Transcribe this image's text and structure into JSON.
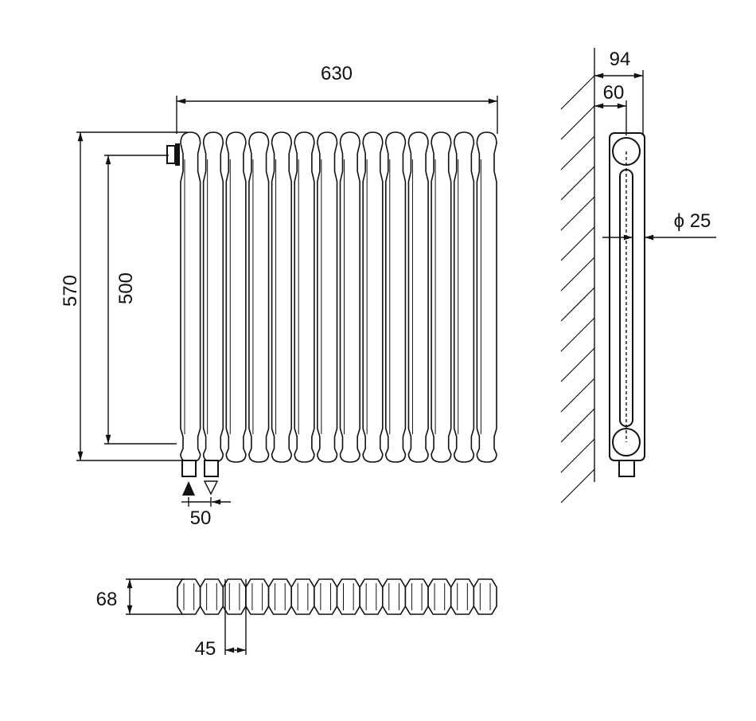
{
  "drawing": {
    "front_view": {
      "sections": 14,
      "width_label": "630",
      "height_label": "570",
      "axis_distance_label": "500",
      "connection_spacing_label": "50",
      "flow_in_icon": "filled-triangle-up",
      "flow_out_icon": "hollow-triangle-down"
    },
    "side_view": {
      "depth_label": "94",
      "wall_offset_label": "60",
      "pipe_diameter_label": "ϕ 25"
    },
    "top_view": {
      "depth_label": "68",
      "section_pitch_label": "45"
    },
    "colors": {
      "line": "#111111",
      "background": "#ffffff"
    }
  }
}
